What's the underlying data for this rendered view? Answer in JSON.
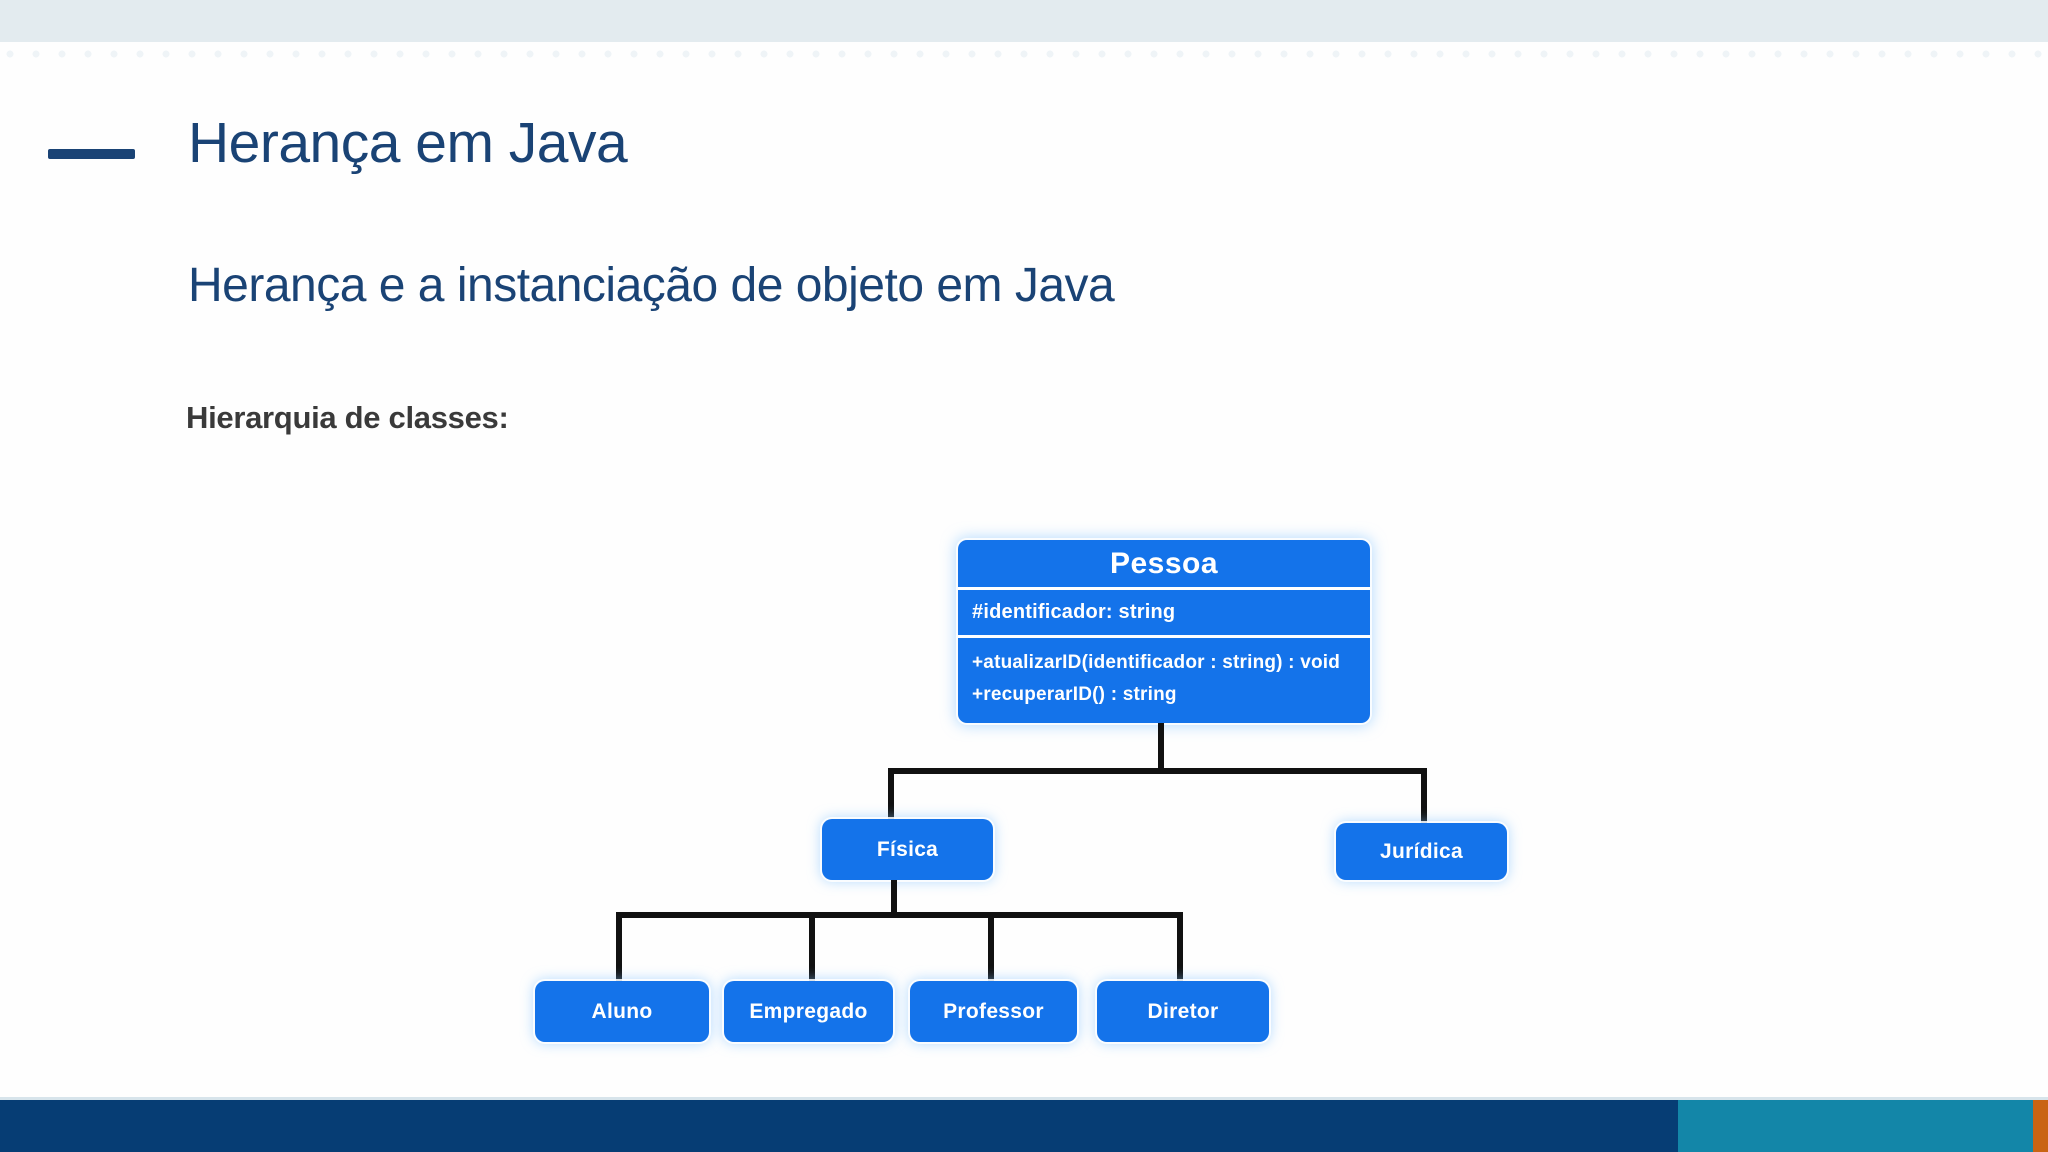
{
  "slide": {
    "title": "Herança em Java",
    "subtitle": "Herança e a instanciação de objeto em Java",
    "section_label": "Hierarquia de classes:"
  },
  "class_diagram": {
    "root": {
      "name": "Pessoa",
      "attributes": [
        "#identificador: string"
      ],
      "methods": [
        "+atualizarID(identificador : string) : void",
        "+recuperarID() : string"
      ]
    },
    "children": [
      {
        "label": "Física"
      },
      {
        "label": "Jurídica"
      }
    ],
    "grandchildren": [
      {
        "label": "Aluno"
      },
      {
        "label": "Empregado"
      },
      {
        "label": "Professor"
      },
      {
        "label": "Diretor"
      }
    ]
  },
  "colors": {
    "topbar_bg": "#e3ebef",
    "title_navy": "#1a4375",
    "section_text": "#3a3a3a",
    "diagram_box_blue": "#1473ea",
    "connector_black": "#111111",
    "footer_navy": "#063d74",
    "footer_teal": "#1386a8",
    "footer_orange": "#c96413"
  }
}
